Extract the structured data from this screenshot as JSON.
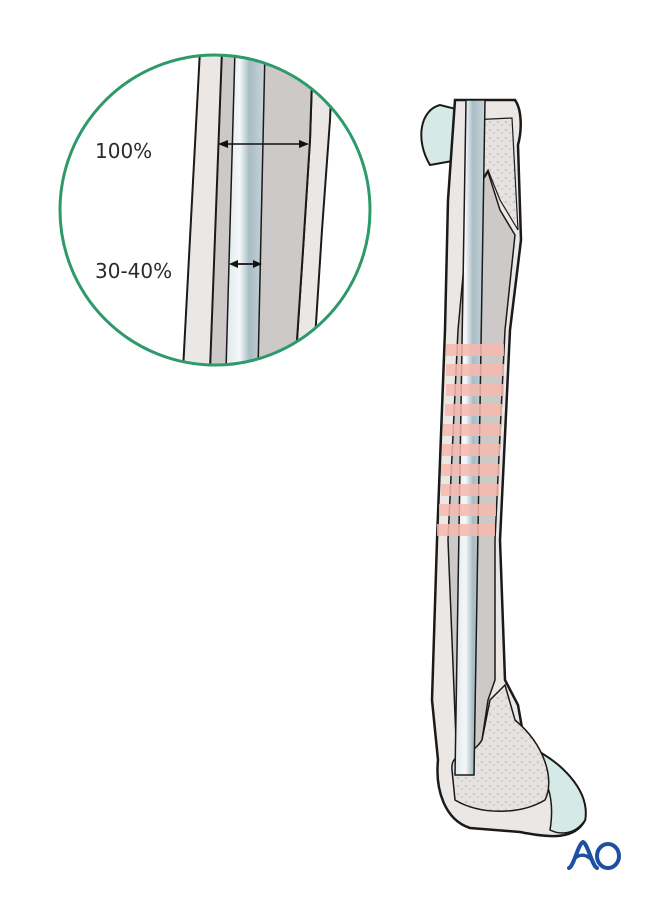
{
  "figure": {
    "type": "medical-illustration",
    "subject": "femur with intramedullary nail",
    "magnified_view": {
      "labels": {
        "canal_width": "100%",
        "nail_width": "30-40%"
      },
      "border_color": "#2e9a6a"
    },
    "highlight_zone": {
      "color": "#f7b9ae",
      "stripe_count": 10
    },
    "logo": {
      "text": "AO",
      "color": "#1e4fa0"
    },
    "colors": {
      "cortex": "#ece8e6",
      "canal": "#cdc9c8",
      "nail_light": "#e6eef1",
      "nail_dark": "#9fb2ba",
      "cartilage": "#d5eae6",
      "outline": "#1a1a1a"
    }
  }
}
